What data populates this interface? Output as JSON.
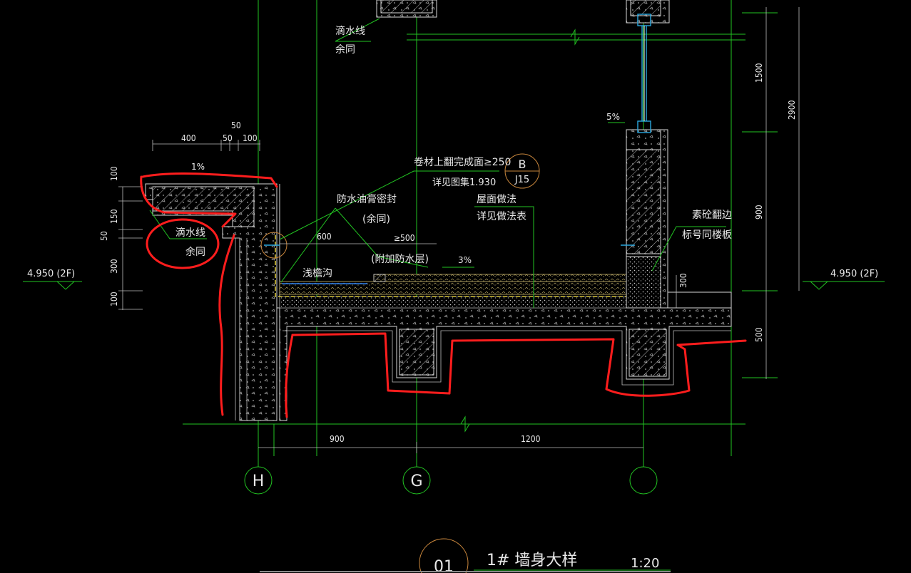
{
  "drawing": {
    "notes": {
      "drip_top_1": "滴水线",
      "drip_top_2": "余同",
      "drip_left_1": "滴水线",
      "drip_left_2": "余同",
      "membrane_1": "卷材上翻完成面≥250",
      "membrane_2": "详见图集1.930",
      "sealant_1": "防水油膏密封",
      "sealant_2": "(余同)",
      "roof_1": "屋面做法",
      "roof_2": "详见做法表",
      "extra_layer": "(附加防水层)",
      "gutter": "浅檐沟",
      "curb_1": "素砼翻边",
      "curb_2": "标号同楼板"
    },
    "detail_callout": {
      "top": "B",
      "bottom": "J15"
    },
    "slopes": {
      "top": "1%",
      "roof": "3%",
      "window": "5%"
    },
    "levels": {
      "left": "4.950 (2F)",
      "right": "4.950 (2F)"
    },
    "dimensions": {
      "top_50": "50",
      "top_400": "400",
      "top_50b": "50",
      "top_100": "100",
      "left_100a": "100",
      "left_150": "150",
      "left_50": "50",
      "left_300": "300",
      "left_100b": "100",
      "gutter_600": "600",
      "gutter_500": "≥500",
      "right_1500": "1500",
      "right_2900": "2900",
      "right_900": "900",
      "right_300": "300",
      "right_500": "500",
      "bottom_900": "900",
      "bottom_1200": "1200"
    },
    "grid_axes": [
      "H",
      "G",
      ""
    ],
    "title": {
      "number": "01",
      "name": "1# 墙身大样",
      "scale": "1:20"
    }
  }
}
